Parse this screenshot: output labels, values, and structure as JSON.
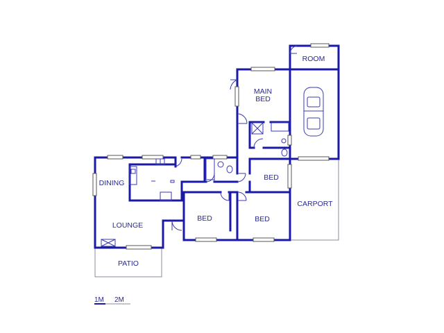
{
  "rooms": {
    "room": "ROOM",
    "main_bed_line1": "MAIN",
    "main_bed_line2": "BED",
    "bed_upper": "BED",
    "dining": "DINING",
    "carport": "CARPORT",
    "lounge": "LOUNGE",
    "bed_left": "BED",
    "bed_right": "BED",
    "patio": "PATIO"
  },
  "scale": {
    "label_1": "1M",
    "label_2": "2M"
  },
  "colors": {
    "wall": "#1a1aa6",
    "text": "#2a2a8e",
    "outline": "#8a8a9a"
  }
}
